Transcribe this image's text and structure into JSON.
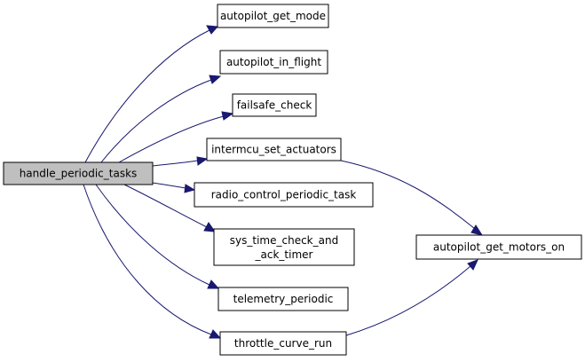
{
  "diagram": {
    "type": "call-graph",
    "nodes": {
      "root": {
        "label": "handle_periodic_tasks"
      },
      "get_mode": {
        "label": "autopilot_get_mode"
      },
      "in_flight": {
        "label": "autopilot_in_flight"
      },
      "failsafe": {
        "label": "failsafe_check"
      },
      "intermcu": {
        "label": "intermcu_set_actuators"
      },
      "radio": {
        "label": "radio_control_periodic_task"
      },
      "sys_time": {
        "label_line1": "sys_time_check_and",
        "label_line2": "_ack_timer"
      },
      "telemetry": {
        "label": "telemetry_periodic"
      },
      "throttle": {
        "label": "throttle_curve_run"
      },
      "motors_on": {
        "label": "autopilot_get_motors_on"
      }
    },
    "edges": [
      {
        "from": "handle_periodic_tasks",
        "to": "autopilot_get_mode"
      },
      {
        "from": "handle_periodic_tasks",
        "to": "autopilot_in_flight"
      },
      {
        "from": "handle_periodic_tasks",
        "to": "failsafe_check"
      },
      {
        "from": "handle_periodic_tasks",
        "to": "intermcu_set_actuators"
      },
      {
        "from": "handle_periodic_tasks",
        "to": "radio_control_periodic_task"
      },
      {
        "from": "handle_periodic_tasks",
        "to": "sys_time_check_and_ack_timer"
      },
      {
        "from": "handle_periodic_tasks",
        "to": "telemetry_periodic"
      },
      {
        "from": "handle_periodic_tasks",
        "to": "throttle_curve_run"
      },
      {
        "from": "intermcu_set_actuators",
        "to": "autopilot_get_motors_on"
      },
      {
        "from": "throttle_curve_run",
        "to": "autopilot_get_motors_on"
      }
    ],
    "colors": {
      "edge": "#191970",
      "root_fill": "#bfbfbf",
      "node_fill": "#ffffff",
      "border": "#000000"
    }
  }
}
